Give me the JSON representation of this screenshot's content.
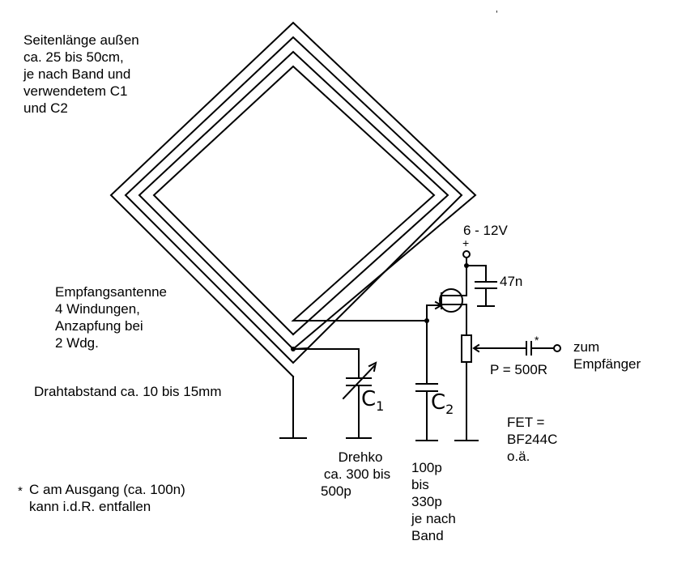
{
  "notes": {
    "antenna_size": [
      "Seitenlänge außen",
      "ca. 25 bis 50cm,",
      "je nach Band und",
      "verwendetem C1",
      "und C2"
    ],
    "antenna_desc": [
      "Empfangsantenne",
      "4 Windungen,",
      "Anzapfung bei",
      "2 Wdg."
    ],
    "wire_spacing": "Drahtabstand ca. 10 bis 15mm",
    "footnote_star": "*",
    "footnote": [
      "C am Ausgang (ca. 100n)",
      "kann i.d.R. entfallen"
    ]
  },
  "components": {
    "supply_label": "6 - 12V",
    "supply_plus": "+",
    "decoupling_cap": "47n",
    "c1_letter": "C",
    "c1_index": "1",
    "c2_letter": "C",
    "c2_index": "2",
    "c1_desc": [
      "Drehko",
      "ca. 300 bis",
      "500p"
    ],
    "c2_desc": [
      "100p",
      "bis",
      "330p",
      "je nach",
      "Band"
    ],
    "pot_label": "P = 500R",
    "output_star": "*",
    "output_label": [
      "zum",
      "Empfänger"
    ],
    "fet_desc": [
      "FET =",
      "BF244C",
      "o.ä."
    ]
  }
}
